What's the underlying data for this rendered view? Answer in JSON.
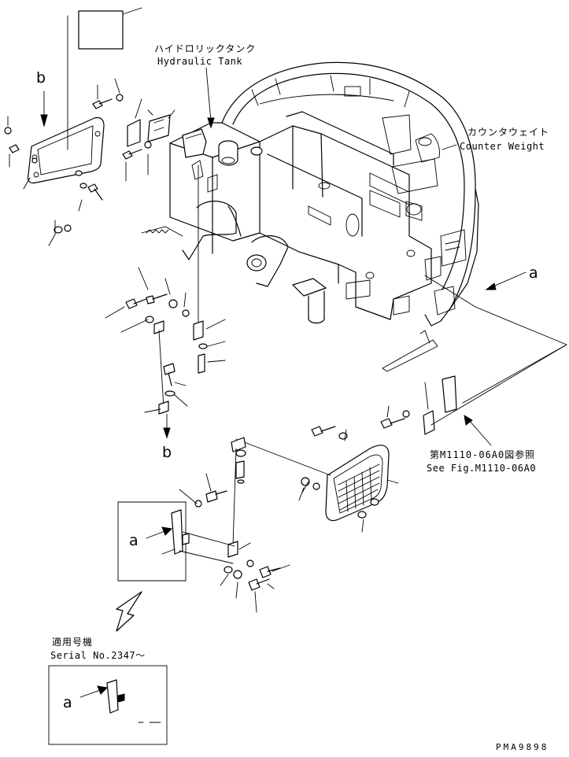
{
  "labels": {
    "hydraulic_tank_jp": "ハイドロリックタンク",
    "hydraulic_tank_en": "Hydraulic Tank",
    "counter_weight_jp": "カウンタウェイト",
    "counter_weight_en": "Counter Weight",
    "see_fig_jp": "第M1110-06A0図参照",
    "see_fig_en": "See Fig.M1110-06A0",
    "serial_jp": "適用号機",
    "serial_en": "Serial No.2347～",
    "ref_a": "a",
    "ref_b": "b",
    "drawing_code": "PMA9898"
  }
}
